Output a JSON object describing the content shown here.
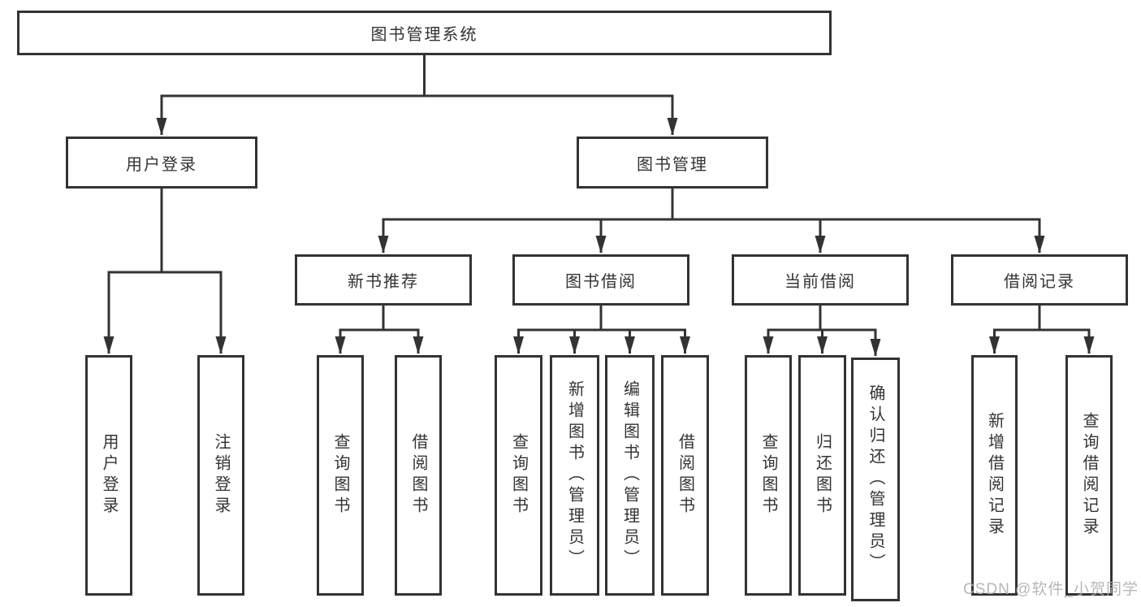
{
  "nodes": {
    "root": {
      "label": "图书管理系统"
    },
    "user_login": {
      "label": "用户登录"
    },
    "book_management": {
      "label": "图书管理"
    },
    "new_book_recommend": {
      "label": "新书推荐"
    },
    "book_borrow": {
      "label": "图书借阅"
    },
    "current_borrow": {
      "label": "当前借阅"
    },
    "borrow_records": {
      "label": "借阅记录"
    },
    "leaf_user_login": {
      "label": "用户登录"
    },
    "leaf_logout": {
      "label": "注销登录"
    },
    "nb_query_books": {
      "label": "查询图书"
    },
    "nb_borrow_books": {
      "label": "借阅图书"
    },
    "bb_query_books": {
      "label": "查询图书"
    },
    "bb_add_books": {
      "label": "新增图书（管理员）"
    },
    "bb_edit_books": {
      "label": "编辑图书（管理员）"
    },
    "bb_borrow_books": {
      "label": "借阅图书"
    },
    "cb_query_books": {
      "label": "查询图书"
    },
    "cb_return_books": {
      "label": "归还图书"
    },
    "cb_confirm_return": {
      "label": "确认归还（管理员）"
    },
    "br_add_record": {
      "label": "新增借阅记录"
    },
    "br_query_record": {
      "label": "查询借阅记录"
    }
  },
  "hierarchy": {
    "图书管理系统": {
      "用户登录": [
        "用户登录",
        "注销登录"
      ],
      "图书管理": {
        "新书推荐": [
          "查询图书",
          "借阅图书"
        ],
        "图书借阅": [
          "查询图书",
          "新增图书（管理员）",
          "编辑图书（管理员）",
          "借阅图书"
        ],
        "当前借阅": [
          "查询图书",
          "归还图书",
          "确认归还（管理员）"
        ],
        "借阅记录": [
          "新增借阅记录",
          "查询借阅记录"
        ]
      }
    }
  },
  "watermark": {
    "text": "CSDN @软件_小贺同学"
  },
  "colors": {
    "line": "#333333",
    "text": "#333333",
    "background": "#ffffff",
    "watermark": "#b0b0b0"
  }
}
